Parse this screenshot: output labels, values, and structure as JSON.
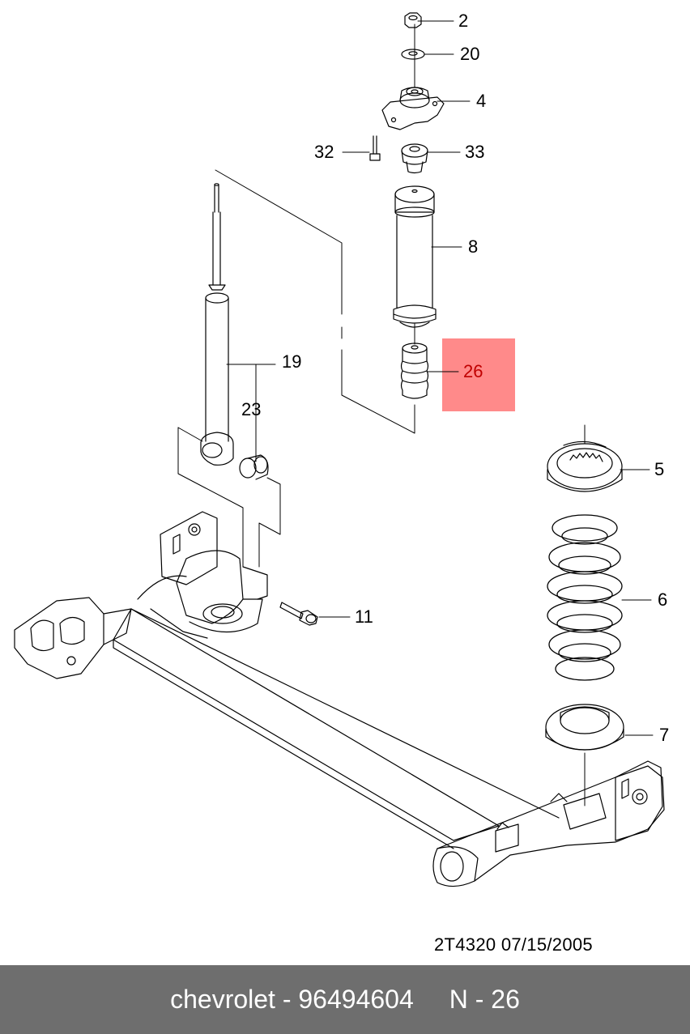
{
  "callouts": [
    {
      "id": "c2",
      "label": "2"
    },
    {
      "id": "c20",
      "label": "20"
    },
    {
      "id": "c4",
      "label": "4"
    },
    {
      "id": "c32",
      "label": "32"
    },
    {
      "id": "c33",
      "label": "33"
    },
    {
      "id": "c8",
      "label": "8"
    },
    {
      "id": "c19",
      "label": "19"
    },
    {
      "id": "c23",
      "label": "23"
    },
    {
      "id": "c26",
      "label": "26"
    },
    {
      "id": "c5",
      "label": "5"
    },
    {
      "id": "c6",
      "label": "6"
    },
    {
      "id": "c11",
      "label": "11"
    },
    {
      "id": "c7",
      "label": "7"
    }
  ],
  "highlighted_part": "26",
  "highlight_color": "#ff8a8a",
  "drawing_id": "2T4320  07/15/2005",
  "footer": {
    "brand_part": "chevrolet - 96494604",
    "ref": "N - 26"
  },
  "footer_color": "#6e6e6e"
}
